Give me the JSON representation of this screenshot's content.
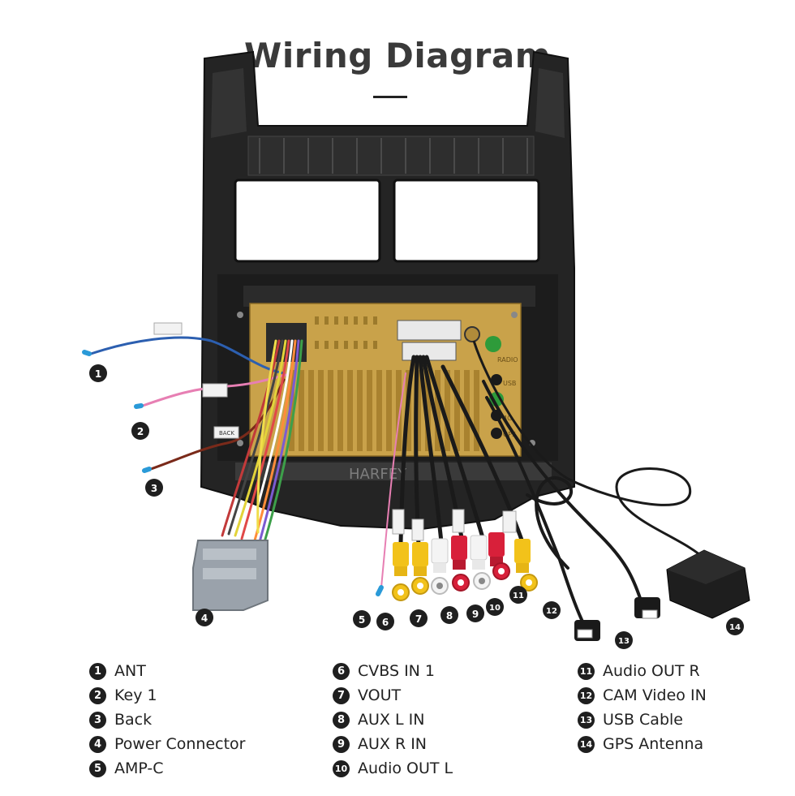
{
  "title": "Wiring Diagram",
  "watermark": "HARFEY",
  "legend": [
    {
      "num": "1",
      "text": "ANT"
    },
    {
      "num": "2",
      "text": "Key 1"
    },
    {
      "num": "3",
      "text": "Back"
    },
    {
      "num": "4",
      "text": "Power Connector"
    },
    {
      "num": "5",
      "text": "AMP-C"
    },
    {
      "num": "6",
      "text": "CVBS IN 1"
    },
    {
      "num": "7",
      "text": "VOUT"
    },
    {
      "num": "8",
      "text": "AUX L IN"
    },
    {
      "num": "9",
      "text": "AUX R IN"
    },
    {
      "num": "10",
      "text": "Audio OUT L"
    },
    {
      "num": "11",
      "text": "Audio OUT R"
    },
    {
      "num": "12",
      "text": "CAM Video IN"
    },
    {
      "num": "13",
      "text": "USB Cable"
    },
    {
      "num": "14",
      "text": "GPS Antenna"
    }
  ],
  "cable_tags": {
    "back": "BACK"
  },
  "unit_labels": {
    "radio": "RADIO",
    "usb": "USB",
    "fourg": "4G",
    "gps": "GPS"
  },
  "colors": {
    "frame": "#2a2a2a",
    "unit_body": "#c9a24a",
    "fins": "#a9822f",
    "cable_black": "#1a1a1a",
    "rca_yellow": "#f2c21a",
    "rca_red": "#d8203a",
    "rca_white": "#f4f4f4"
  }
}
